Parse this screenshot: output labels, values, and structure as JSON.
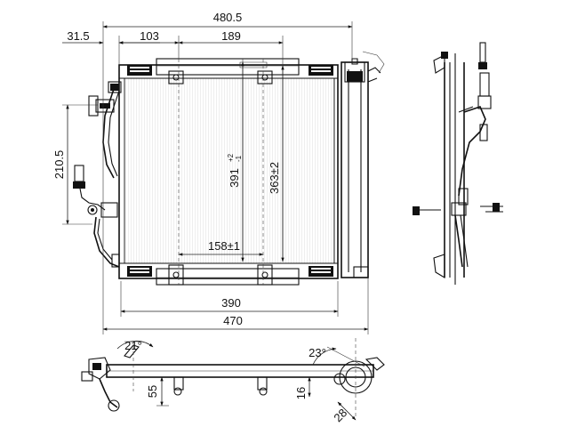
{
  "dimensions": {
    "overall_width": "480.5",
    "left_offset": "31.5",
    "bracket_offset": "103",
    "top_span": "189",
    "side_height": "210.5",
    "height_1": "391",
    "height_1_tol_upper": "+2",
    "height_1_tol_lower": "-1",
    "height_2": "363±2",
    "inner_span": "158±1",
    "core_width": "390",
    "total_width": "470"
  },
  "bottom_view": {
    "angle_left": "21°",
    "angle_right": "23°",
    "height_a": "55",
    "height_b": "16",
    "diameter": "28"
  }
}
